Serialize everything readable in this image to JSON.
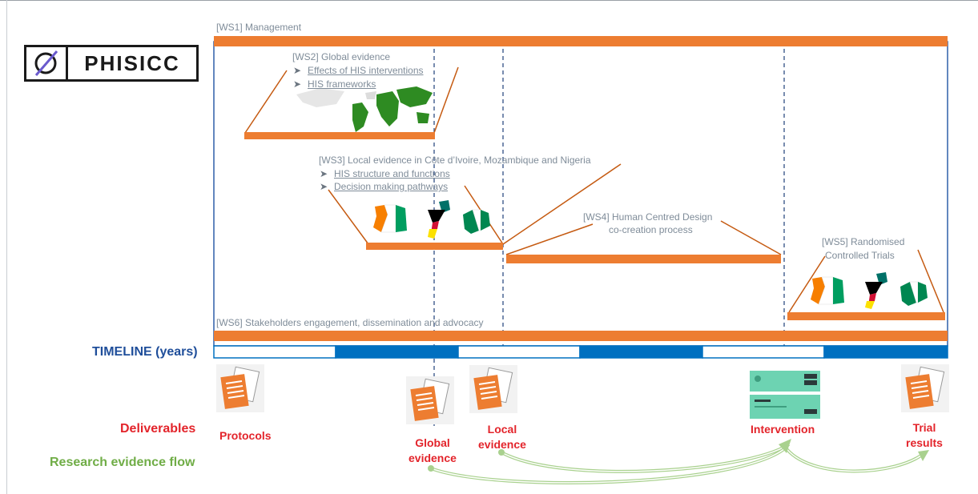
{
  "logo": {
    "text": "PHISICC"
  },
  "workstreams": {
    "ws1": {
      "title": "[WS1] Management"
    },
    "ws2": {
      "title": "[WS2] Global evidence",
      "items": [
        "Effects of HIS interventions",
        "HIS frameworks"
      ]
    },
    "ws3": {
      "title": "[WS3] Local evidence in Côte d’Ivoire, Mozambique and Nigeria",
      "items": [
        "HIS structure and functions",
        "Decision making pathways"
      ]
    },
    "ws4": {
      "title_line1": "[WS4] Human Centred Design",
      "title_line2": "co-creation process"
    },
    "ws5": {
      "title_line1": "[WS5] Randomised",
      "title_line2": "Controlled Trials"
    },
    "ws6": {
      "title": "[WS6] Stakeholders engagement, dissemination and advocacy"
    }
  },
  "timeline": {
    "label": "TIMELINE (years)",
    "segments": 6
  },
  "deliverables": {
    "label": "Deliverables",
    "items": [
      {
        "line1": "Protocols",
        "line2": ""
      },
      {
        "line1": "Global",
        "line2": "evidence"
      },
      {
        "line1": "Local",
        "line2": "evidence"
      },
      {
        "line1": "Intervention",
        "line2": ""
      },
      {
        "line1": "Trial",
        "line2": "results"
      }
    ]
  },
  "flow": {
    "label": "Research evidence flow"
  },
  "colors": {
    "orange": "#ed7d31",
    "blue": "#0070c0",
    "frame_blue": "#2e5fa8",
    "red": "#e3242b",
    "green": "#70ad47",
    "navy": "#1f4e9a"
  }
}
